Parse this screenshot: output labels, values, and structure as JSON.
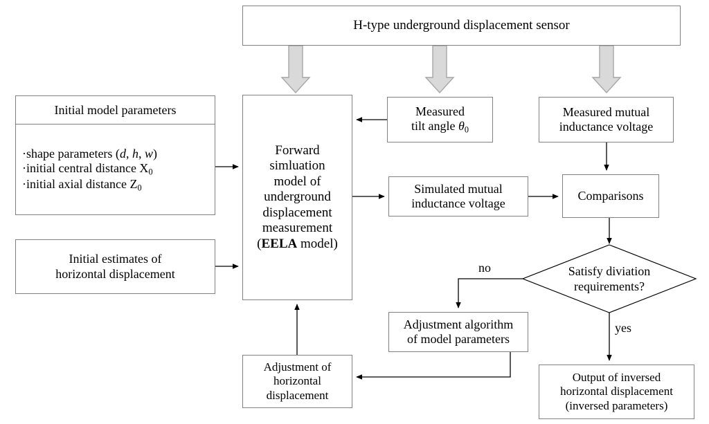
{
  "diagram": {
    "title": "H-type underground displacement sensor",
    "nodes": {
      "sensor": {
        "label": "H-type underground displacement sensor"
      },
      "params": {
        "header": "Initial model parameters",
        "items": [
          "·shape parameters (d, h, w)",
          "·initial central distance X₀",
          "·initial axial distance Z₀"
        ],
        "item1_prefix": "·shape parameters (",
        "item1_p1": "d",
        "item1_sep1": ", ",
        "item1_p2": "h",
        "item1_sep2": ", ",
        "item1_p3": "w",
        "item1_suffix": ")",
        "item2_text": "·initial central distance X",
        "item2_sub": "0",
        "item3_text": "·initial axial distance Z",
        "item3_sub": "0"
      },
      "estimate": {
        "line1": "Initial estimates of",
        "line2": "horizontal displacement"
      },
      "forward": {
        "line1": "Forward",
        "line2": "simluation",
        "line3": "model of",
        "line4": "underground",
        "line5": "displacement",
        "line6": "measurement",
        "line7_open": "(",
        "line7_bold": "EELA",
        "line7_rest": " model)"
      },
      "tilt": {
        "line1": "Measured",
        "line2_text": "tilt angle ",
        "line2_sym": "θ",
        "line2_sub": "0"
      },
      "measured": {
        "line1": "Measured mutual",
        "line2": "inductance voltage"
      },
      "simulated": {
        "line1": "Simulated mutual",
        "line2": "inductance voltage"
      },
      "comparisons": {
        "label": "Comparisons"
      },
      "decision": {
        "line1": "Satisfy diviation",
        "line2": "requirements?"
      },
      "adjust_algorithm": {
        "line1": "Adjustment algorithm",
        "line2": "of model parameters"
      },
      "adjust_horizontal": {
        "line1": "Adjustment of",
        "line2": "horizontal",
        "line3": "displacement"
      },
      "output": {
        "line1": "Output of inversed",
        "line2": "horizontal displacement",
        "line3": "(inversed parameters)"
      }
    },
    "edge_labels": {
      "no": "no",
      "yes": "yes"
    },
    "colors": {
      "box_border": "#808080",
      "block_arrow_fill": "#d9d9d9",
      "block_arrow_stroke": "#a6a6a6",
      "connector": "#000000",
      "text": "#000000",
      "background": "#ffffff"
    }
  }
}
